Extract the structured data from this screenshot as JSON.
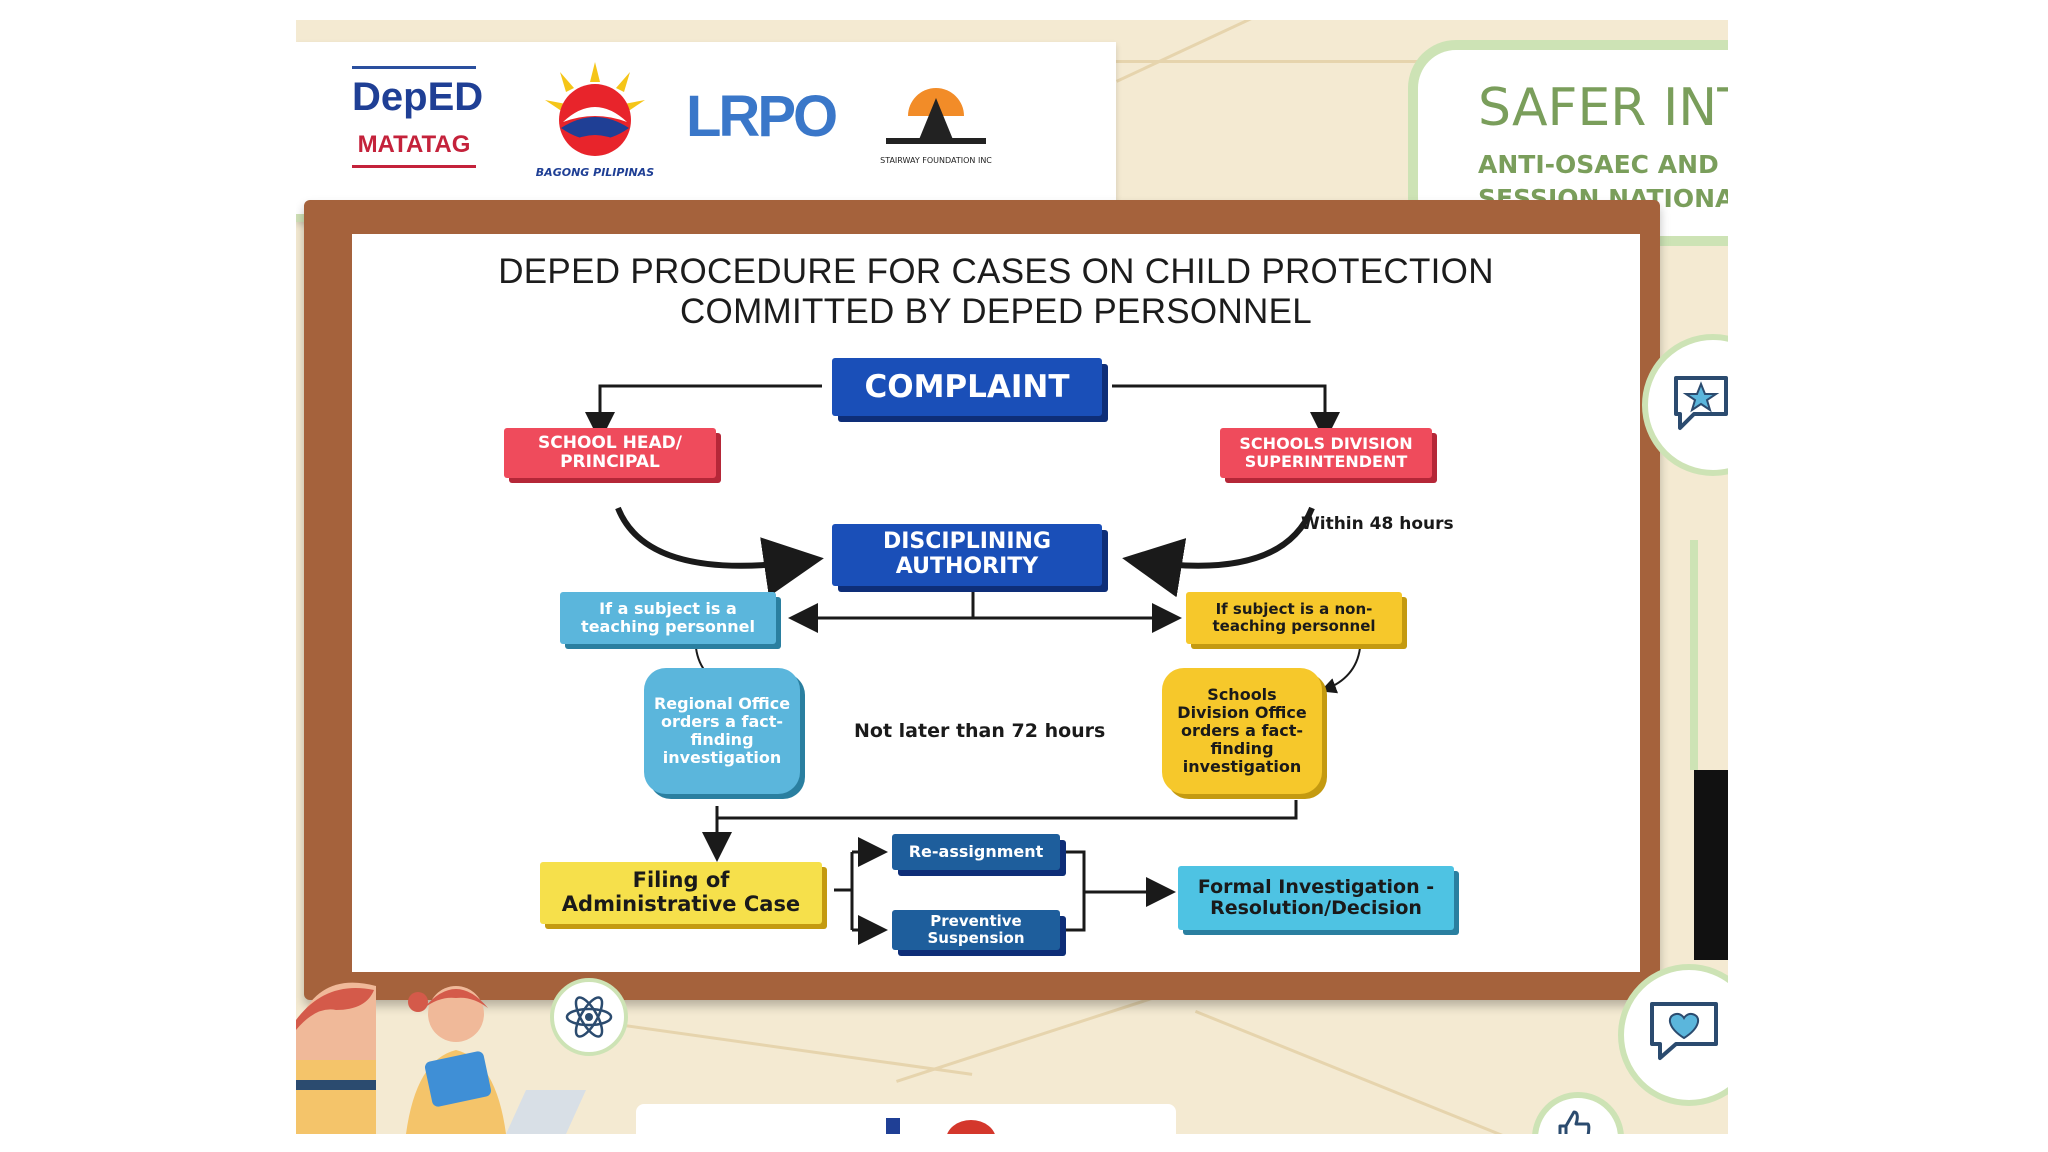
{
  "logos": {
    "deped": {
      "line1": "DepED",
      "line2": "MATATAG"
    },
    "bagong_pilipinas": {
      "caption": "BAGONG PILIPINAS"
    },
    "lrpo": {
      "text": "LRPO"
    },
    "stairway": {
      "caption": "STAIRWAY FOUNDATION INC"
    }
  },
  "event_title": {
    "line1": "SAFER INT",
    "line2": "ANTI-OSAEC AND",
    "line3": "SESSION NATIONA"
  },
  "slide": {
    "title_line1": "DEPED PROCEDURE FOR CASES ON CHILD PROTECTION",
    "title_line2": "COMMITTED BY DEPED PERSONNEL",
    "complaint": "COMPLAINT",
    "school_head": "SCHOOL HEAD/ PRINCIPAL",
    "sds": "SCHOOLS DIVISION SUPERINTENDENT",
    "within_48": "Within 48 hours",
    "disciplining": "DISCIPLINING AUTHORITY",
    "teaching": "If a subject is a teaching personnel",
    "non_teaching": "If subject is a non-teaching personnel",
    "regional": "Regional Office orders a fact-finding investigation",
    "not_later_72": "Not later than 72 hours",
    "sdo": "Schools Division Office orders a fact-finding investigation",
    "filing": "Filing of Administrative Case",
    "reassignment": "Re-assignment",
    "preventive": "Preventive Suspension",
    "formal": "Formal Investigation -Resolution/Decision"
  },
  "colors": {
    "navy": "#1a4fb8",
    "red": "#ef4b5c",
    "light_blue": "#5bb6dc",
    "yellow": "#f6c82b",
    "board_frame": "#a5623c",
    "accent_green": "#7a9e5b"
  },
  "icons": [
    "atom-icon",
    "chat-star-icon",
    "chat-heart-icon",
    "thumbs-up-icon"
  ]
}
